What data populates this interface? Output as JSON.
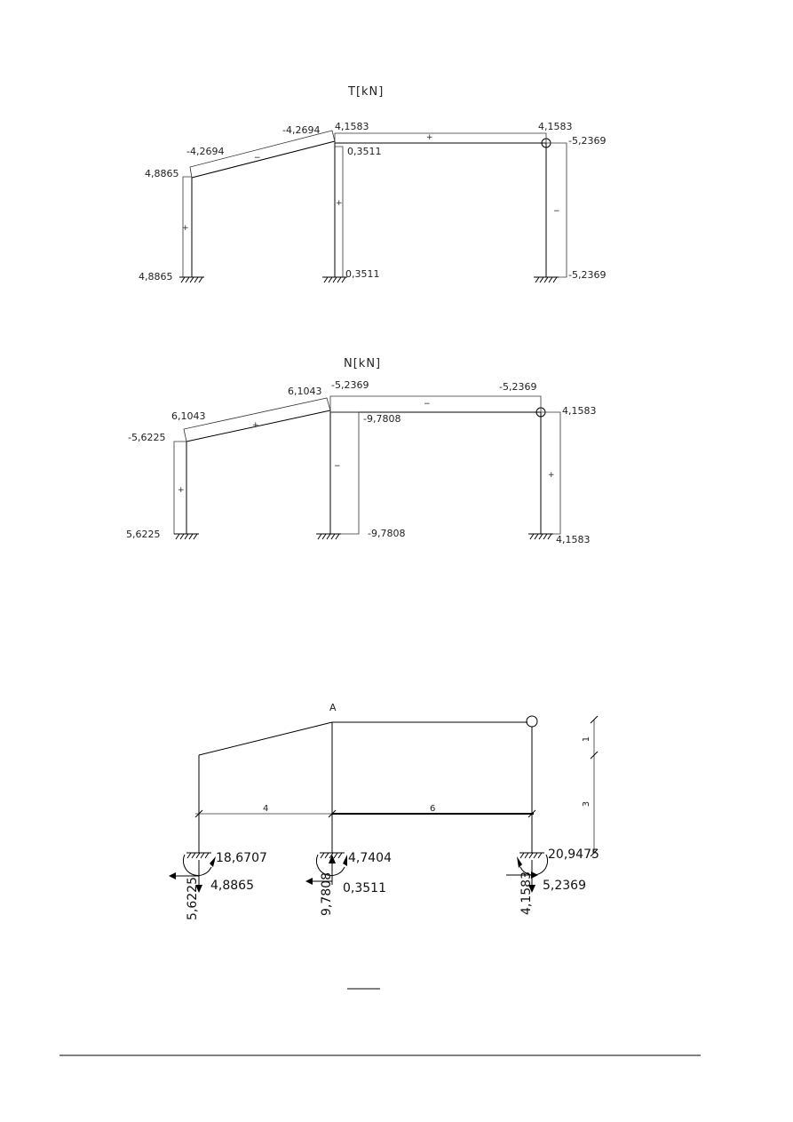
{
  "shear_diagram": {
    "title": "T[kN]",
    "labels": {
      "left_top": "4,8865",
      "left_bottom": "4,8865",
      "slope_left": "-4,2694",
      "slope_right": "-4,2694",
      "beam_left": "4,1583",
      "beam_right": "4,1583",
      "mid_col_top": "0,3511",
      "mid_col_bottom": "0,3511",
      "right_col_top": "-5,2369",
      "right_col_bottom": "-5,2369"
    },
    "signs": {
      "left_col": "+",
      "slope": "−",
      "beam": "+",
      "mid_col": "+",
      "right_col": "−"
    }
  },
  "normal_diagram": {
    "title": "N[kN]",
    "labels": {
      "left_top": "-5,6225",
      "left_bottom": "5,6225",
      "slope_left": "6,1043",
      "slope_right": "6,1043",
      "beam_left": "-5,2369",
      "beam_right": "-5,2369",
      "mid_col_top": "-9,7808",
      "mid_col_bottom": "-9,7808",
      "right_col_top": "4,1583",
      "right_col_bottom": "4,1583"
    },
    "signs": {
      "left_col": "+",
      "slope": "+",
      "beam": "−",
      "mid_col": "−",
      "right_col": "+"
    }
  },
  "reactions_diagram": {
    "node_label": "A",
    "dimensions": {
      "span_left": "4",
      "span_right": "6",
      "height_upper": "1",
      "height_lower": "3"
    },
    "supports": {
      "left": {
        "moment": "18,6707",
        "horizontal": "4,8865",
        "vertical": "5,6225"
      },
      "middle": {
        "moment": "4,7404",
        "horizontal": "0,3511",
        "vertical": "9,7808"
      },
      "right": {
        "moment": "20,9475",
        "horizontal": "5,2369",
        "vertical": "4,1583"
      }
    }
  }
}
